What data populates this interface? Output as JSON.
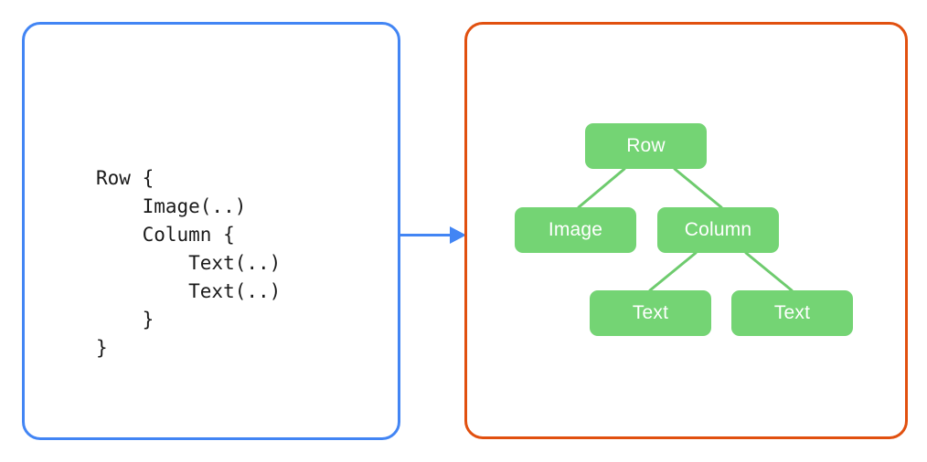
{
  "background_color": "#ffffff",
  "panels": {
    "code_panel": {
      "name": "code-panel",
      "border_color": "#4285f4",
      "code": "Row {\n    Image(..)\n    Column {\n        Text(..)\n        Text(..)\n    }\n}",
      "code_lines": [
        "Row {",
        "    Image(..)",
        "    Column {",
        "        Text(..)",
        "        Text(..)",
        "    }",
        "}"
      ]
    },
    "tree_panel": {
      "name": "tree-panel",
      "border_color": "#e1500f"
    }
  },
  "arrow": {
    "name": "transform-arrow",
    "color": "#4285f4",
    "direction": "right"
  },
  "tree": {
    "node_color": "#74d474",
    "node_text_color": "#ffffff",
    "edge_color": "#6ecb6e",
    "nodes": [
      {
        "id": "row",
        "label": "Row"
      },
      {
        "id": "image",
        "label": "Image"
      },
      {
        "id": "column",
        "label": "Column"
      },
      {
        "id": "text1",
        "label": "Text"
      },
      {
        "id": "text2",
        "label": "Text"
      }
    ],
    "edges": [
      {
        "from": "row",
        "to": "image"
      },
      {
        "from": "row",
        "to": "column"
      },
      {
        "from": "column",
        "to": "text1"
      },
      {
        "from": "column",
        "to": "text2"
      }
    ]
  }
}
